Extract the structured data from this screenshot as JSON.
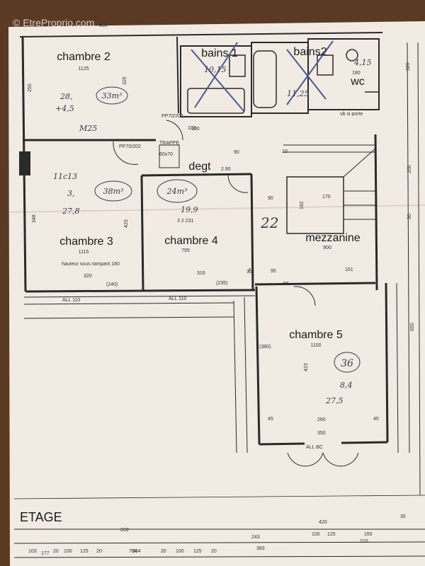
{
  "watermark": "© EtreProprio.com",
  "rooms": {
    "chambre2": {
      "label": "chambre 2",
      "dim": "1125",
      "notes": [
        "28,",
        "+4,5",
        "M25"
      ],
      "volume": "33m³"
    },
    "bains1": {
      "label": "bains 1",
      "note": "10,15"
    },
    "bains2": {
      "label": "bains2",
      "note": "11,25"
    },
    "wc": {
      "label": "wc",
      "notes": [
        "4,15",
        "vb si porte"
      ]
    },
    "degt": {
      "label": "degt",
      "dim": "2.90"
    },
    "chambre3": {
      "label": "chambre 3",
      "dim": "1115",
      "subtitle": "hauteur sous rampant 180",
      "notes": [
        "11c13",
        "3,",
        "27,8"
      ],
      "volume": "38m³"
    },
    "chambre4": {
      "label": "chambre 4",
      "dim": "795",
      "notes": [
        "19,9",
        "3 2 231"
      ],
      "volume": "24m³"
    },
    "mezzanine": {
      "label": "mezzanine",
      "dim": "900",
      "note": "22"
    },
    "chambre5": {
      "label": "chambre 5",
      "dim": "1100",
      "notes": [
        "8,4",
        "27,5"
      ],
      "volume": "36"
    }
  },
  "level": "ETAGE",
  "labels": {
    "trappe": "TRAPPE",
    "trappe_dim": "60x70",
    "pp1": "PP70/202",
    "pp2": "PP70/202",
    "all110a": "ALL 110",
    "all110b": "ALL 110",
    "allbc": "ALL BC"
  },
  "dims_top": [
    "450",
    "250",
    "325",
    "100",
    "180"
  ],
  "dims_bottom": [
    "103",
    "20",
    "100",
    "125",
    "20",
    "764",
    "20",
    "100",
    "125",
    "20",
    "243",
    "383",
    "100",
    "125",
    "160",
    "210",
    "35",
    "650",
    "304",
    "177",
    "420"
  ],
  "dims_misc": [
    "348",
    "423",
    "320",
    "316",
    "(240)",
    "(235)",
    "(380)",
    "423",
    "260",
    "350",
    "45",
    "45",
    "170",
    "182",
    "90",
    "151",
    "55",
    "95",
    "35",
    "320",
    "200",
    "650",
    "50",
    "90",
    "10",
    "100",
    "7"
  ]
}
